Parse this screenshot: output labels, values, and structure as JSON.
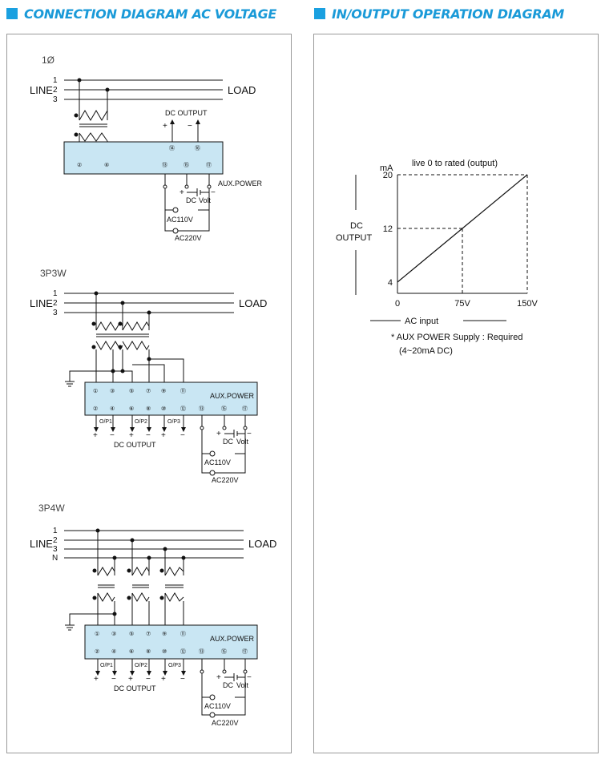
{
  "headers": {
    "left": "CONNECTION DIAGRAM AC VOLTAGE",
    "right": "IN/OUTPUT OPERATION DIAGRAM"
  },
  "colors": {
    "accent": "#1aa0e0",
    "meter_fill": "#c9e6f3",
    "border": "#9a9a9a"
  },
  "d1": {
    "section": "1Ø",
    "lines": [
      "1",
      "2",
      "3"
    ],
    "line_label": "LINE",
    "load_label": "LOAD",
    "dc_output": "DC OUTPUT",
    "plus": "+",
    "minus": "−",
    "terminals": [
      "②",
      "④",
      "⑭",
      "⑯",
      "⑬",
      "⑮",
      "⑰"
    ],
    "aux_power": "AUX.POWER",
    "dc": "DC",
    "volt": "Volt",
    "ac110": "AC110V",
    "ac220": "AC220V"
  },
  "d2": {
    "section": "3P3W",
    "lines": [
      "1",
      "2",
      "3"
    ],
    "line_label": "LINE",
    "load_label": "LOAD",
    "top_terminals": [
      "①",
      "③",
      "⑤",
      "⑦",
      "⑨",
      "⑪"
    ],
    "bottom_terminals": [
      "②",
      "④",
      "⑥",
      "⑧",
      "⑩",
      "⑫",
      "⑬",
      "⑮",
      "⑰"
    ],
    "op_labels": [
      "O/P1",
      "O/P2",
      "O/P3"
    ],
    "aux_power": "AUX.POWER",
    "dc_output": "DC OUTPUT",
    "dc": "DC",
    "volt": "Volt",
    "ac110": "AC110V",
    "ac220": "AC220V"
  },
  "d3": {
    "section": "3P4W",
    "lines": [
      "1",
      "2",
      "3",
      "N"
    ],
    "line_label": "LINE",
    "load_label": "LOAD",
    "top_terminals": [
      "①",
      "③",
      "⑤",
      "⑦",
      "⑨",
      "⑪"
    ],
    "bottom_terminals": [
      "②",
      "④",
      "⑥",
      "⑧",
      "⑩",
      "⑫",
      "⑬",
      "⑮",
      "⑰"
    ],
    "op_labels": [
      "O/P1",
      "O/P2",
      "O/P3"
    ],
    "aux_power": "AUX.POWER",
    "dc_output": "DC OUTPUT",
    "dc": "DC",
    "volt": "Volt",
    "ac110": "AC110V",
    "ac220": "AC220V"
  },
  "chart_data": {
    "type": "line",
    "title": "live 0 to rated (output)",
    "ylabel_line1": "DC",
    "ylabel_line2": "OUTPUT",
    "y_unit": "mA",
    "xlabel": "AC input",
    "x_ticks": [
      "0",
      "75V",
      "150V"
    ],
    "y_ticks": [
      "4",
      "12",
      "20"
    ],
    "x": [
      0,
      75,
      150
    ],
    "y": [
      4,
      12,
      20
    ],
    "xlim": [
      0,
      150
    ],
    "ylim": [
      4,
      20
    ],
    "note_line1": "* AUX POWER Supply : Required",
    "note_line2": "(4~20mA DC)"
  }
}
